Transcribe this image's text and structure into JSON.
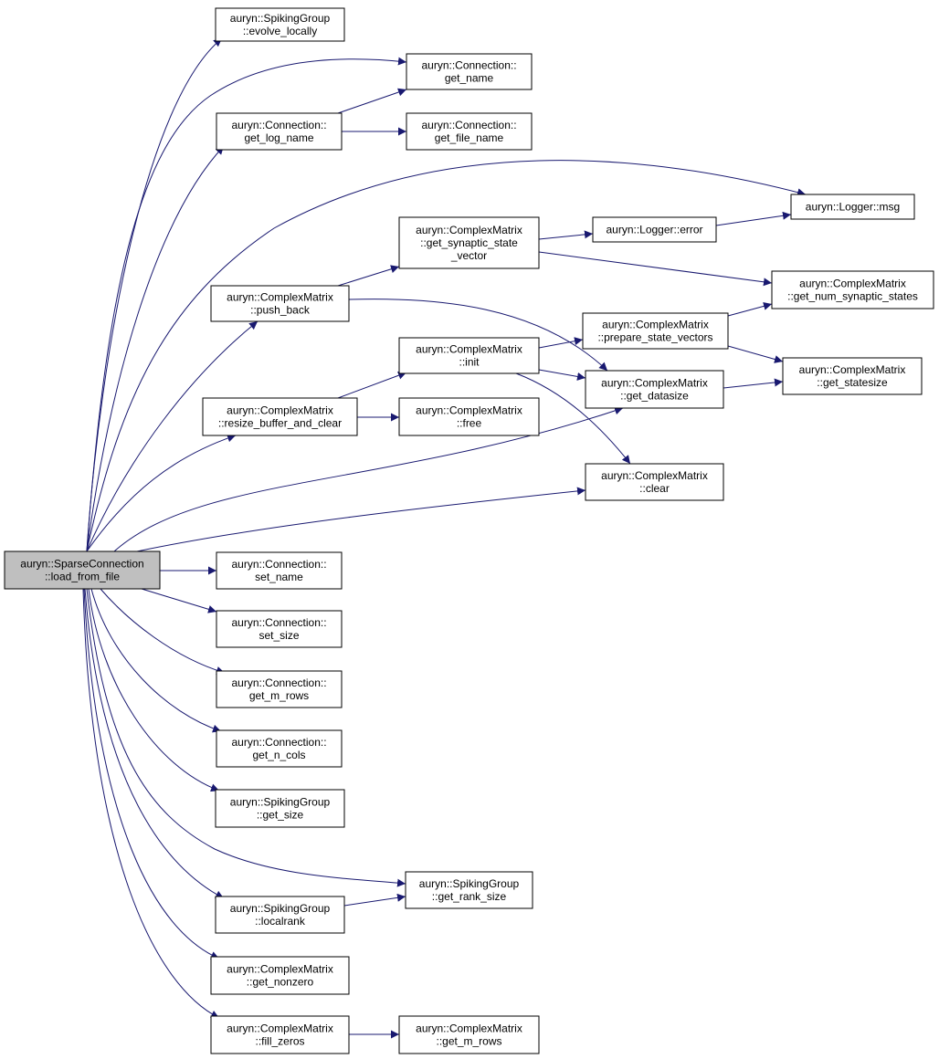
{
  "graph": {
    "colors": {
      "edge": "#191970",
      "root_fill": "#bfbfbf",
      "node_fill": "#ffffff",
      "node_border": "#000000"
    },
    "nodes": {
      "load_from_file": {
        "lines": [
          "auryn::SparseConnection",
          "::load_from_file"
        ],
        "root": true
      },
      "sg_evolve_locally": {
        "lines": [
          "auryn::SpikingGroup",
          "::evolve_locally"
        ]
      },
      "conn_get_name": {
        "lines": [
          "auryn::Connection::",
          "get_name"
        ]
      },
      "conn_get_log_name": {
        "lines": [
          "auryn::Connection::",
          "get_log_name"
        ]
      },
      "conn_get_file_name": {
        "lines": [
          "auryn::Connection::",
          "get_file_name"
        ]
      },
      "logger_msg": {
        "lines": [
          "auryn::Logger::msg"
        ]
      },
      "cm_get_synaptic_state_vector": {
        "lines": [
          "auryn::ComplexMatrix",
          "::get_synaptic_state",
          "_vector"
        ]
      },
      "logger_error": {
        "lines": [
          "auryn::Logger::error"
        ]
      },
      "cm_get_num_synaptic_states": {
        "lines": [
          "auryn::ComplexMatrix",
          "::get_num_synaptic_states"
        ]
      },
      "cm_push_back": {
        "lines": [
          "auryn::ComplexMatrix",
          "::push_back"
        ]
      },
      "cm_prepare_state_vectors": {
        "lines": [
          "auryn::ComplexMatrix",
          "::prepare_state_vectors"
        ]
      },
      "cm_init": {
        "lines": [
          "auryn::ComplexMatrix",
          "::init"
        ]
      },
      "cm_get_statesize": {
        "lines": [
          "auryn::ComplexMatrix",
          "::get_statesize"
        ]
      },
      "cm_get_datasize": {
        "lines": [
          "auryn::ComplexMatrix",
          "::get_datasize"
        ]
      },
      "cm_resize_buffer_and_clear": {
        "lines": [
          "auryn::ComplexMatrix",
          "::resize_buffer_and_clear"
        ]
      },
      "cm_free": {
        "lines": [
          "auryn::ComplexMatrix",
          "::free"
        ]
      },
      "cm_clear": {
        "lines": [
          "auryn::ComplexMatrix",
          "::clear"
        ]
      },
      "conn_set_name": {
        "lines": [
          "auryn::Connection::",
          "set_name"
        ]
      },
      "conn_set_size": {
        "lines": [
          "auryn::Connection::",
          "set_size"
        ]
      },
      "conn_get_m_rows": {
        "lines": [
          "auryn::Connection::",
          "get_m_rows"
        ]
      },
      "conn_get_n_cols": {
        "lines": [
          "auryn::Connection::",
          "get_n_cols"
        ]
      },
      "sg_get_size": {
        "lines": [
          "auryn::SpikingGroup",
          "::get_size"
        ]
      },
      "sg_get_rank_size": {
        "lines": [
          "auryn::SpikingGroup",
          "::get_rank_size"
        ]
      },
      "sg_localrank": {
        "lines": [
          "auryn::SpikingGroup",
          "::localrank"
        ]
      },
      "cm_get_nonzero": {
        "lines": [
          "auryn::ComplexMatrix",
          "::get_nonzero"
        ]
      },
      "cm_fill_zeros": {
        "lines": [
          "auryn::ComplexMatrix",
          "::fill_zeros"
        ]
      },
      "cm_get_m_rows": {
        "lines": [
          "auryn::ComplexMatrix",
          "::get_m_rows"
        ]
      }
    },
    "edges": [
      [
        "load_from_file",
        "sg_evolve_locally"
      ],
      [
        "load_from_file",
        "conn_get_name"
      ],
      [
        "load_from_file",
        "conn_get_log_name"
      ],
      [
        "load_from_file",
        "logger_msg"
      ],
      [
        "load_from_file",
        "cm_push_back"
      ],
      [
        "load_from_file",
        "cm_resize_buffer_and_clear"
      ],
      [
        "load_from_file",
        "cm_get_datasize"
      ],
      [
        "load_from_file",
        "cm_clear"
      ],
      [
        "load_from_file",
        "conn_set_name"
      ],
      [
        "load_from_file",
        "conn_set_size"
      ],
      [
        "load_from_file",
        "conn_get_m_rows"
      ],
      [
        "load_from_file",
        "conn_get_n_cols"
      ],
      [
        "load_from_file",
        "sg_get_size"
      ],
      [
        "load_from_file",
        "sg_get_rank_size"
      ],
      [
        "load_from_file",
        "sg_localrank"
      ],
      [
        "load_from_file",
        "cm_get_nonzero"
      ],
      [
        "load_from_file",
        "cm_fill_zeros"
      ],
      [
        "conn_get_log_name",
        "conn_get_name"
      ],
      [
        "conn_get_log_name",
        "conn_get_file_name"
      ],
      [
        "cm_push_back",
        "cm_get_synaptic_state_vector"
      ],
      [
        "cm_push_back",
        "cm_get_datasize"
      ],
      [
        "cm_get_synaptic_state_vector",
        "logger_error"
      ],
      [
        "cm_get_synaptic_state_vector",
        "cm_get_num_synaptic_states"
      ],
      [
        "logger_error",
        "logger_msg"
      ],
      [
        "cm_resize_buffer_and_clear",
        "cm_init"
      ],
      [
        "cm_resize_buffer_and_clear",
        "cm_free"
      ],
      [
        "cm_init",
        "cm_prepare_state_vectors"
      ],
      [
        "cm_init",
        "cm_get_datasize"
      ],
      [
        "cm_init",
        "cm_clear"
      ],
      [
        "cm_prepare_state_vectors",
        "cm_get_num_synaptic_states"
      ],
      [
        "cm_prepare_state_vectors",
        "cm_get_statesize"
      ],
      [
        "cm_get_datasize",
        "cm_get_statesize"
      ],
      [
        "sg_localrank",
        "sg_get_rank_size"
      ],
      [
        "cm_fill_zeros",
        "cm_get_m_rows"
      ]
    ]
  }
}
